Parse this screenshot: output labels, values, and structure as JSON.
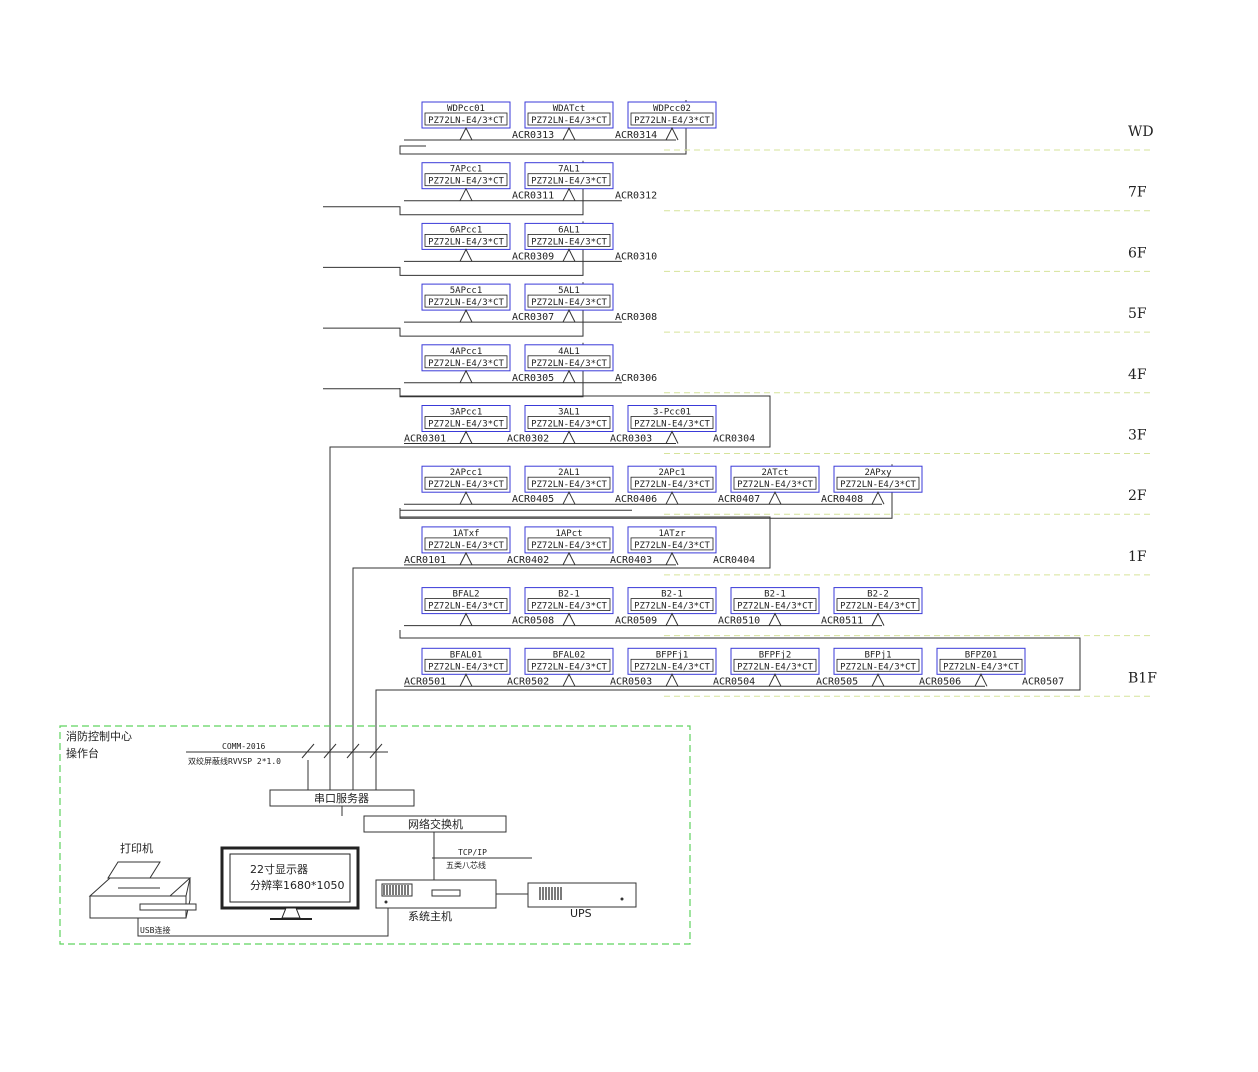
{
  "colors": {
    "meter_border": "#3a3ad8",
    "floor_line": "#d6e39a",
    "control_center_border": "#5fd35f",
    "line": "#333333"
  },
  "floors": [
    {
      "label": "WD",
      "meters": [
        {
          "name": "WDPcc01",
          "model": "PZ72LN-E4/3*CT"
        },
        {
          "name": "WDATct",
          "model": "PZ72LN-E4/3*CT"
        },
        {
          "name": "WDPcc02",
          "model": "PZ72LN-E4/3*CT"
        }
      ],
      "addrs": [
        "ACR0313",
        "ACR0314"
      ]
    },
    {
      "label": "7F",
      "meters": [
        {
          "name": "7APcc1",
          "model": "PZ72LN-E4/3*CT"
        },
        {
          "name": "7AL1",
          "model": "PZ72LN-E4/3*CT"
        }
      ],
      "addrs": [
        "ACR0311",
        "ACR0312"
      ]
    },
    {
      "label": "6F",
      "meters": [
        {
          "name": "6APcc1",
          "model": "PZ72LN-E4/3*CT"
        },
        {
          "name": "6AL1",
          "model": "PZ72LN-E4/3*CT"
        }
      ],
      "addrs": [
        "ACR0309",
        "ACR0310"
      ]
    },
    {
      "label": "5F",
      "meters": [
        {
          "name": "5APcc1",
          "model": "PZ72LN-E4/3*CT"
        },
        {
          "name": "5AL1",
          "model": "PZ72LN-E4/3*CT"
        }
      ],
      "addrs": [
        "ACR0307",
        "ACR0308"
      ]
    },
    {
      "label": "4F",
      "meters": [
        {
          "name": "4APcc1",
          "model": "PZ72LN-E4/3*CT"
        },
        {
          "name": "4AL1",
          "model": "PZ72LN-E4/3*CT"
        }
      ],
      "addrs": [
        "ACR0305",
        "ACR0306"
      ]
    },
    {
      "label": "3F",
      "meters": [
        {
          "name": "3APcc1",
          "model": "PZ72LN-E4/3*CT"
        },
        {
          "name": "3AL1",
          "model": "PZ72LN-E4/3*CT"
        },
        {
          "name": "3-Pcc01",
          "model": "PZ72LN-E4/3*CT"
        }
      ],
      "addrs": [
        "ACR0301",
        "ACR0302",
        "ACR0303",
        "ACR0304"
      ]
    },
    {
      "label": "2F",
      "meters": [
        {
          "name": "2APcc1",
          "model": "PZ72LN-E4/3*CT"
        },
        {
          "name": "2AL1",
          "model": "PZ72LN-E4/3*CT"
        },
        {
          "name": "2APc1",
          "model": "PZ72LN-E4/3*CT"
        },
        {
          "name": "2ATct",
          "model": "PZ72LN-E4/3*CT"
        },
        {
          "name": "2APxy",
          "model": "PZ72LN-E4/3*CT"
        }
      ],
      "addrs": [
        "ACR0405",
        "ACR0406",
        "ACR0407",
        "ACR0408"
      ]
    },
    {
      "label": "1F",
      "meters": [
        {
          "name": "1ATxf",
          "model": "PZ72LN-E4/3*CT"
        },
        {
          "name": "1APct",
          "model": "PZ72LN-E4/3*CT"
        },
        {
          "name": "1ATzr",
          "model": "PZ72LN-E4/3*CT"
        }
      ],
      "addrs": [
        "ACR0101",
        "ACR0402",
        "ACR0403",
        "ACR0404"
      ]
    },
    {
      "label": "",
      "meters": [
        {
          "name": "BFAL2",
          "model": "PZ72LN-E4/3*CT"
        },
        {
          "name": "B2-1",
          "model": "PZ72LN-E4/3*CT"
        },
        {
          "name": "B2-1",
          "model": "PZ72LN-E4/3*CT"
        },
        {
          "name": "B2-1",
          "model": "PZ72LN-E4/3*CT"
        },
        {
          "name": "B2-2",
          "model": "PZ72LN-E4/3*CT"
        }
      ],
      "addrs": [
        "ACR0508",
        "ACR0509",
        "ACR0510",
        "ACR0511"
      ]
    },
    {
      "label": "B1F",
      "meters": [
        {
          "name": "BFAL01",
          "model": "PZ72LN-E4/3*CT"
        },
        {
          "name": "BFAL02",
          "model": "PZ72LN-E4/3*CT"
        },
        {
          "name": "BFPFj1",
          "model": "PZ72LN-E4/3*CT"
        },
        {
          "name": "BFPFj2",
          "model": "PZ72LN-E4/3*CT"
        },
        {
          "name": "BFPj1",
          "model": "PZ72LN-E4/3*CT"
        },
        {
          "name": "BFPZ01",
          "model": "PZ72LN-E4/3*CT"
        }
      ],
      "addrs": [
        "ACR0501",
        "ACR0502",
        "ACR0503",
        "ACR0504",
        "ACR0505",
        "ACR0506",
        "ACR0507"
      ]
    }
  ],
  "control_center": {
    "title_line1": "消防控制中心",
    "title_line2": "操作台",
    "bus_label_line1": "COMM-2016",
    "bus_label_line2": "双绞屏蔽线RVVSP 2*1.0",
    "serial_server": "串口服务器",
    "net_switch": "网络交换机",
    "tcp_label_line1": "TCP/IP",
    "tcp_label_line2": "五类八芯线",
    "printer": "打印机",
    "usb": "USB连接",
    "monitor_line1": "22寸显示器",
    "monitor_line2": "分辨率1680*1050",
    "host": "系统主机",
    "ups": "UPS"
  }
}
